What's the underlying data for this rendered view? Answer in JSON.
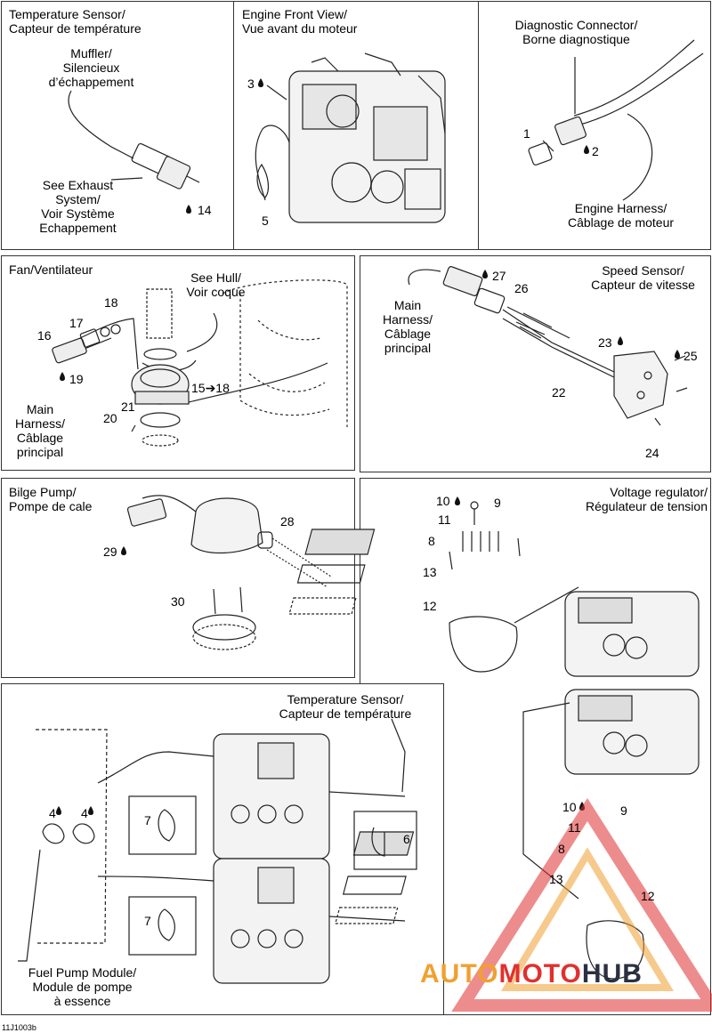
{
  "panels": {
    "temp_sensor": {
      "title": "Temperature Sensor/\nCapteur de température",
      "muffler": "Muffler/\nSilencieux\nd’échappement",
      "exhaust": "See Exhaust\nSystem/\nVoir Système\nEchappement",
      "part": "14"
    },
    "engine_front": {
      "title": "Engine Front View/\nVue avant du moteur",
      "part_a": "3",
      "part_b": "5"
    },
    "diagnostic": {
      "title": "Diagnostic Connector/\nBorne diagnostique",
      "part_a": "1",
      "part_b": "2",
      "harness": "Engine Harness/\nCâblage de moteur"
    },
    "fan": {
      "title": "Fan/Ventilateur",
      "hull": "See Hull/\nVoir coque",
      "main_harness": "Main\nHarness/\nCâblage\nprincipal",
      "p16": "16",
      "p17": "17",
      "p18": "18",
      "p19": "19",
      "p15": "15➔18",
      "p20": "20",
      "p21": "21"
    },
    "speed": {
      "title": "Speed Sensor/\nCapteur de vitesse",
      "main_harness": "Main\nHarness/\nCâblage\nprincipal",
      "p27": "27",
      "p26": "26",
      "p23": "23",
      "p25": "25",
      "p22": "22",
      "p24": "24"
    },
    "bilge": {
      "title": "Bilge Pump/\nPompe de cale",
      "p28": "28",
      "p29": "29",
      "p30": "30"
    },
    "voltage": {
      "title": "Voltage regulator/\nRégulateur de tension",
      "p10": "10",
      "p9": "9",
      "p11": "11",
      "p8": "8",
      "p13": "13",
      "p12": "12"
    },
    "fuel": {
      "title": "Temperature Sensor/\nCapteur de température",
      "p4a": "4",
      "p4b": "4",
      "p7a": "7",
      "p7b": "7",
      "p6": "6",
      "module": "Fuel Pump Module/\nModule de pompe\nà essence"
    }
  },
  "watermark": {
    "auto": "AUTO",
    "moto": "MOTO",
    "hub": "HUB"
  },
  "figure_code": "11J1003b",
  "colors": {
    "line": "#222222",
    "watermark_orange": "#f0a030",
    "watermark_red": "#e03030",
    "watermark_dark": "#2a3040"
  }
}
